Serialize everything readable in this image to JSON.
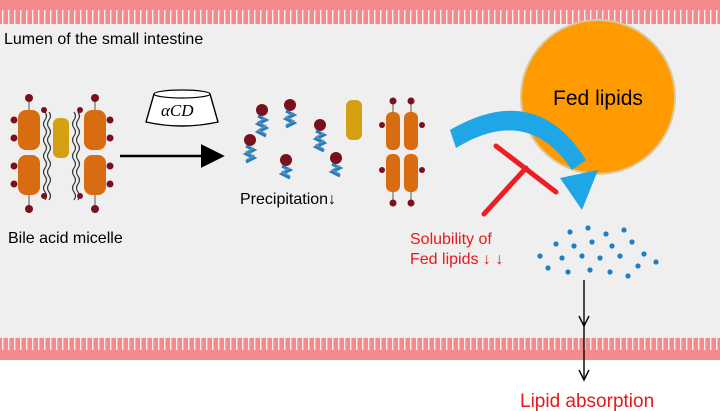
{
  "labels": {
    "lumen": "Lumen of the small intestine",
    "alpha_cd": "αCD",
    "precipitation": "Precipitation↓",
    "bile_micelle": "Bile acid micelle",
    "fed_lipids": "Fed lipids",
    "solubility_line1": "Solubility of",
    "solubility_line2": "Fed lipids ↓ ↓",
    "lipid_absorption": "Lipid absorption"
  },
  "colors": {
    "wall_pink": "#f58a8c",
    "lumen_bg": "#efefef",
    "micelle_orange": "#d86c10",
    "micelle_yellow": "#d4a012",
    "head_red": "#7a0f1e",
    "fed_lipids_fill": "#ff9a00",
    "curve_blue": "#1ea6e6",
    "inhibit_red": "#ee1c24",
    "dot_blue": "#1f7fc4",
    "label_red": "#e8181c"
  },
  "icons": {
    "cyclodextrin": "cyclodextrin-cone-icon",
    "arrow": "arrow-right-icon",
    "inhibit": "inhibit-t-bar-icon"
  }
}
